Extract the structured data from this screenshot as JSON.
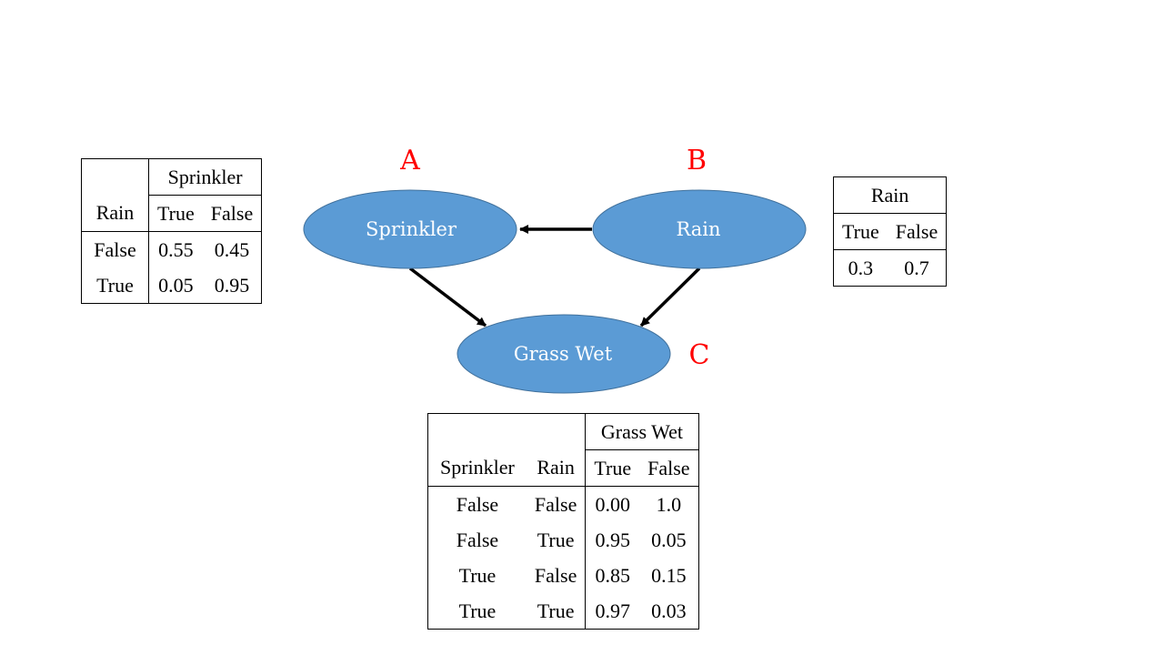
{
  "nodes": {
    "a": {
      "letter": "A",
      "label": "Sprinkler"
    },
    "b": {
      "letter": "B",
      "label": "Rain"
    },
    "c": {
      "letter": "C",
      "label": "Grass Wet"
    }
  },
  "colors": {
    "node_fill": "#5b9bd5",
    "node_stroke": "#41719c",
    "letter": "#ff0000",
    "arrow": "#000000"
  },
  "edges": [
    {
      "from": "Rain",
      "to": "Sprinkler"
    },
    {
      "from": "Sprinkler",
      "to": "Grass Wet"
    },
    {
      "from": "Rain",
      "to": "Grass Wet"
    }
  ],
  "sprinkler_table": {
    "header": "Sprinkler",
    "given": "Rain",
    "col_true": "True",
    "col_false": "False",
    "rows": [
      {
        "rain": "False",
        "t": "0.55",
        "f": "0.45"
      },
      {
        "rain": "True",
        "t": "0.05",
        "f": "0.95"
      }
    ]
  },
  "rain_table": {
    "header": "Rain",
    "col_true": "True",
    "col_false": "False",
    "t": "0.3",
    "f": "0.7"
  },
  "grass_table": {
    "header": "Grass Wet",
    "given1": "Sprinkler",
    "given2": "Rain",
    "col_true": "True",
    "col_false": "False",
    "rows": [
      {
        "sprinkler": "False",
        "rain": "False",
        "t": "0.00",
        "f": "1.0"
      },
      {
        "sprinkler": "False",
        "rain": "True",
        "t": "0.95",
        "f": "0.05"
      },
      {
        "sprinkler": "True",
        "rain": "False",
        "t": "0.85",
        "f": "0.15"
      },
      {
        "sprinkler": "True",
        "rain": "True",
        "t": "0.97",
        "f": "0.03"
      }
    ]
  }
}
